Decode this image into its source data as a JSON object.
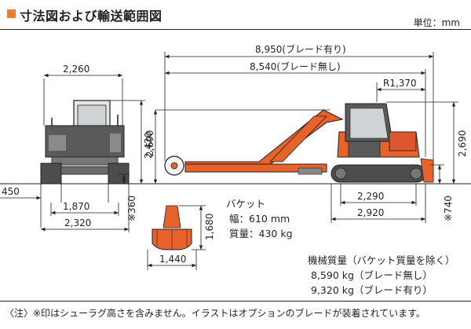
{
  "header": {
    "title": "寸法図および輸送範囲図",
    "unit": "単位：mm"
  },
  "dimensions": {
    "front_width_top": "2,260",
    "front_height": "2,690",
    "shoe_left": "450",
    "crawler_inner": "1,870",
    "crawler_total": "2,320",
    "ground_clearance": "※360",
    "length_with_blade": "8,950(ブレード有り)",
    "length_without_blade": "8,540(ブレード無し)",
    "rear_radius": "R1,370",
    "transport_height": "2,420",
    "side_height": "2,690",
    "tumbler_distance": "2,290",
    "crawler_length": "2,920",
    "track_height": "※740",
    "bucket_height": "1,680",
    "bucket_width": "1,440"
  },
  "bucket_info": {
    "heading": "バケット",
    "width": "幅：610 mm",
    "capacity": "質量：430 kg"
  },
  "mass_info": {
    "heading": "機械質量（バケット質量を除く）",
    "without_blade": "8,590 kg（ブレード無し）",
    "with_blade": "9,320 kg（ブレード有り）"
  },
  "footer": {
    "note": "〈注〉※印はシューラグ高さを含みません。イラストはオプションのブレードが装着されています。"
  },
  "colors": {
    "accent": "#ef7d22",
    "body_orange": "#e8632a",
    "track_dark": "#4d4d4d",
    "line": "#231f20"
  }
}
